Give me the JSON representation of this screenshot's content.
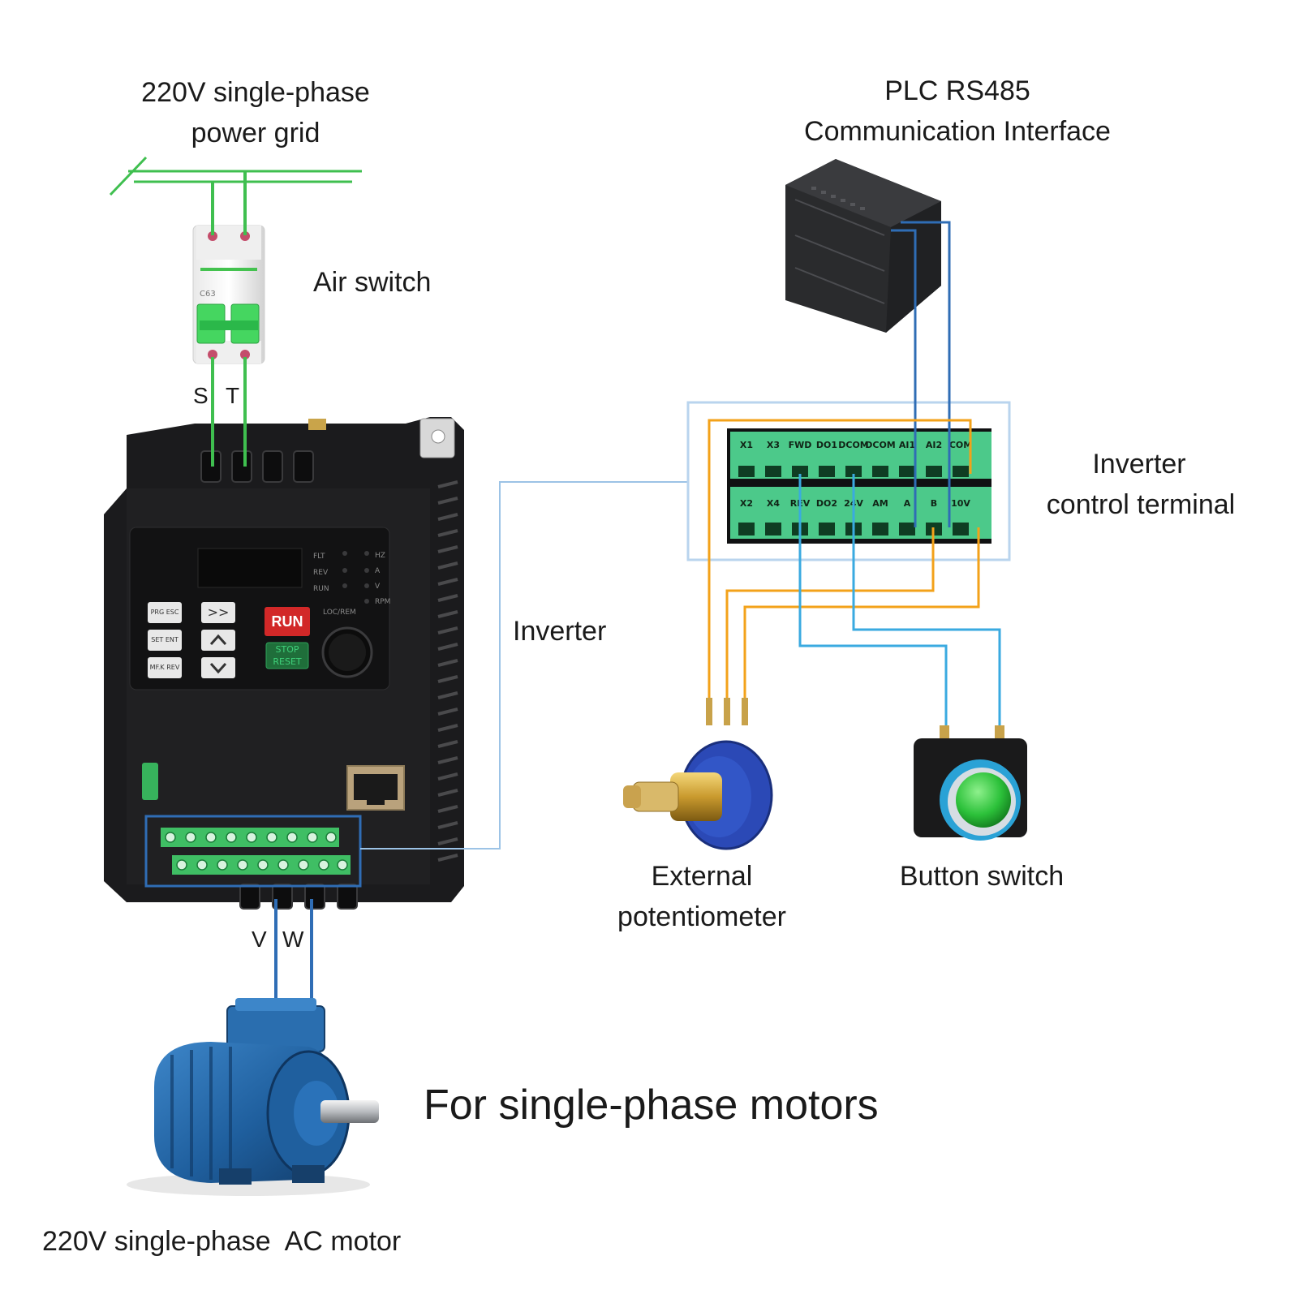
{
  "labels": {
    "power_grid_line1": "220V single-phase",
    "power_grid_line2": "power grid",
    "air_switch": "Air switch",
    "plc_line1": "PLC RS485",
    "plc_line2": "Communication Interface",
    "inverter_terminal_line1": "Inverter",
    "inverter_terminal_line2": "control terminal",
    "inverter": "Inverter",
    "potentiometer_line1": "External",
    "potentiometer_line2": "potentiometer",
    "button_switch": "Button switch",
    "motor": "220V single-phase  AC motor",
    "headline": "For single-phase motors",
    "terminal_s": "S",
    "terminal_t": "T",
    "terminal_v": "V",
    "terminal_w": "W"
  },
  "inverter_panel": {
    "run_key": "RUN",
    "stop_key": "STOP",
    "reset_key": "RESET",
    "fwd_key": ">>",
    "prg_key": "PRG ESC",
    "set_key": "SET ENT",
    "mf_key": "MF.K REV",
    "loc_rem": "LOC/REM",
    "status_left": [
      "FLT",
      "REV",
      "RUN"
    ],
    "status_right": [
      "HZ",
      "A",
      "V",
      "RPM"
    ]
  },
  "control_terminal": {
    "top_row": [
      "X1",
      "X3",
      "FWD",
      "DO1",
      "DCOM",
      "DCOM",
      "AI1",
      "AI2",
      "COM"
    ],
    "bottom_row": [
      "X2",
      "X4",
      "REV",
      "DO2",
      "24V",
      "AM",
      "A",
      "B",
      "10V"
    ]
  },
  "colors": {
    "power_wire": "#3fbf4f",
    "motor_wire": "#2f6db5",
    "plc_wire": "#2f6db5",
    "pot_wire": "#f3a21a",
    "button_wire": "#3aaae0",
    "callout": "#9cc3e6",
    "terminal_green": "#4cc98a",
    "inverter_body": "#1b1b1d",
    "motor_blue": "#1f5f9e"
  }
}
